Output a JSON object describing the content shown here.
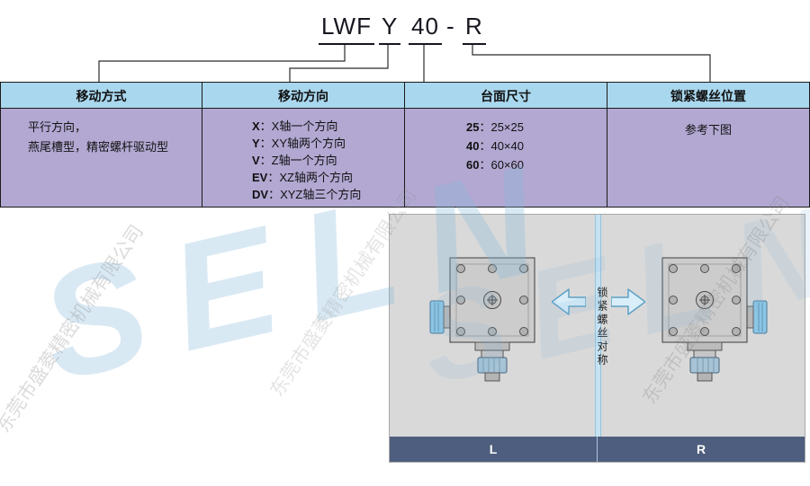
{
  "model_code": {
    "series": "LWF",
    "direction": "Y",
    "size": "40",
    "dash": "-",
    "screw_position": "R"
  },
  "table": {
    "headers": [
      "移动方式",
      "移动方向",
      "台面尺寸",
      "锁紧螺丝位置"
    ],
    "movement_type_lines": [
      "平行方向，",
      "燕尾槽型，精密螺杆驱动型"
    ],
    "movement_direction_items": [
      {
        "key": "X",
        "desc": "：X轴一个方向"
      },
      {
        "key": "Y",
        "desc": "：XY轴两个方向"
      },
      {
        "key": "V",
        "desc": "：Z轴一个方向"
      },
      {
        "key": "EV",
        "desc": "：XZ轴两个方向"
      },
      {
        "key": "DV",
        "desc": "：XYZ轴三个方向"
      }
    ],
    "table_size_items": [
      {
        "key": "25",
        "desc": "：25×25"
      },
      {
        "key": "40",
        "desc": "：40×40"
      },
      {
        "key": "60",
        "desc": "：60×60"
      }
    ],
    "screw_position_text": "参考下图"
  },
  "diagram": {
    "arrow_label": "锁紧螺丝对称",
    "left_label": "L",
    "right_label": "R"
  },
  "watermark": {
    "brand": "SELN",
    "company": "东莞市盛菱精密机械有限公司"
  },
  "colors": {
    "header_bg": "#a9d7ee",
    "body_bg": "#b2a8d2",
    "diagram_bg": "#d9d9d9",
    "diagram_bar_bg": "#4e5e7e",
    "accent_blue": "#85b9db"
  }
}
